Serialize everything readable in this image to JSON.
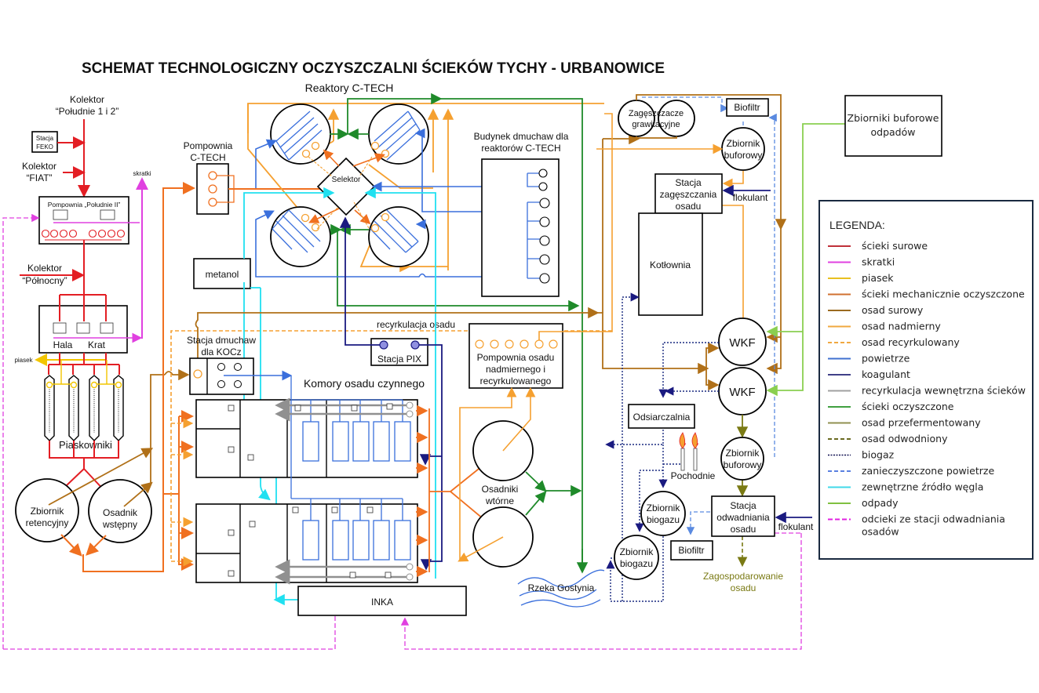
{
  "title": "SCHEMAT TECHNOLOGICZNY OCZYSZCZALNI ŚCIEKÓW TYCHY - URBANOWICE",
  "inputs": {
    "kolektor_poludnie": [
      "Kolektor",
      "“Południe 1 i 2”"
    ],
    "stacja_feko": [
      "Stacja",
      "FEKO"
    ],
    "kolektor_fiat": [
      "Kolektor",
      "“FIAT”"
    ],
    "kolektor_polnocny": [
      "Kolektor",
      "“Północny”"
    ]
  },
  "nodes": {
    "pompownia_poludnie": "Pompownia „Południe II”",
    "hala": "Hala",
    "krat": "Krat",
    "skratki": "skratki",
    "piasek": "piasek",
    "piaskowniki": "Piaskowniki",
    "zbiornik_retencyjny": [
      "Zbiornik",
      "retencyjny"
    ],
    "osadnik_wstepny": [
      "Osadnik",
      "wstępny"
    ],
    "pompownia_ctech": [
      "Pompownia",
      "C-TECH"
    ],
    "reaktory_ctech": "Reaktory C-TECH",
    "selektor": "Selektor",
    "metanol": "metanol",
    "budynek_dmuchaw": [
      "Budynek dmuchaw dla",
      "reaktorów C-TECH"
    ],
    "recyrkulacja_osadu": "recyrkulacja osadu",
    "stacja_dmuchaw_kocz": [
      "Stacja dmuchaw",
      "dla KOCz"
    ],
    "stacja_pix": "Stacja PIX",
    "pompownia_osadu": [
      "Pompownia osadu",
      "nadmiernego i",
      "recyrkulowanego"
    ],
    "komory_osadu": "Komory osadu czynnego",
    "osadniki_wtorne": [
      "Osadniki",
      "wtórne"
    ],
    "inka": "INKA",
    "rzeka": "Rzeka Gostynia",
    "zageszczacze": [
      "Zagęszczacze",
      "grawitacyjne"
    ],
    "biofiltr_top": "Biofiltr",
    "zbiornik_buforowy_top": [
      "Zbiornik",
      "buforowy"
    ],
    "stacja_zageszczania": [
      "Stacja",
      "zagęszczania",
      "osadu"
    ],
    "flokulant_top": "flokulant",
    "kotlownia": "Kotłownia",
    "wkf1": "WKF",
    "wkf2": "WKF",
    "odsiarczalnia": "Odsiarczalnia",
    "pochodnie": "Pochodnie",
    "zbiornik_biogazu_1": [
      "Zbiornik",
      "biogazu"
    ],
    "zbiornik_biogazu_2": [
      "Zbiornik",
      "biogazu"
    ],
    "zbiornik_buforowy_bottom": [
      "Zbiornik",
      "buforowy"
    ],
    "stacja_odwadniania": [
      "Stacja",
      "odwadniania",
      "osadu"
    ],
    "flokulant_bottom": "flokulant",
    "biofiltr_bottom": "Biofiltr",
    "zagospodarowanie": [
      "Zagospodarowanie",
      "osadu"
    ],
    "zbiorniki_buforowe_odpadow": [
      "Zbiorniki buforowe",
      "odpadów"
    ]
  },
  "colors": {
    "scieki_surowe": "#e31e24",
    "skratki": "#e040e0",
    "piasek": "#f2c500",
    "scieki_mech": "#f07020",
    "osad_surowy": "#b07018",
    "osad_nadmierny": "#f5a030",
    "powietrze": "#3a6fdc",
    "koagulant": "#1a1a80",
    "recyrkulacja": "#909090",
    "scieki_oczyszczone": "#1f8a2a",
    "osad_przefermentowany": "#7a7a14",
    "biogaz": "#1a2a80",
    "zanieczyszczone_powietrze": "#5a8ae0",
    "wegiel": "#20e0f0",
    "odpady": "#8acf50",
    "odcieki": "#e040e0"
  },
  "legend": {
    "title": "LEGENDA:",
    "items": [
      {
        "label": "ścieki surowe",
        "color": "#c0303a",
        "dash": "solid"
      },
      {
        "label": "skratki",
        "color": "#e040e0",
        "dash": "solid"
      },
      {
        "label": "piasek",
        "color": "#e8c020",
        "dash": "solid"
      },
      {
        "label": "ścieki mechanicznie oczyszczone",
        "color": "#d07030",
        "dash": "solid"
      },
      {
        "label": "osad surowy",
        "color": "#9a6a20",
        "dash": "solid"
      },
      {
        "label": "osad nadmierny",
        "color": "#f0a840",
        "dash": "solid"
      },
      {
        "label": "osad recyrkulowany",
        "color": "#f0a840",
        "dash": "dashed"
      },
      {
        "label": "powietrze",
        "color": "#4070d0",
        "dash": "solid"
      },
      {
        "label": "koagulant",
        "color": "#404088",
        "dash": "solid"
      },
      {
        "label": "recyrkulacja wewnętrzna ścieków",
        "color": "#a0a0a0",
        "dash": "solid"
      },
      {
        "label": "ścieki oczyszczone",
        "color": "#40a040",
        "dash": "solid"
      },
      {
        "label": "osad przefermentowany",
        "color": "#909050",
        "dash": "solid"
      },
      {
        "label": "osad odwodniony",
        "color": "#6a6a20",
        "dash": "dashed"
      },
      {
        "label": "biogaz",
        "color": "#101050",
        "dash": "dotted"
      },
      {
        "label": "zanieczyszczone powietrze",
        "color": "#5a80e0",
        "dash": "dashed"
      },
      {
        "label": "zewnętrzne źródło węgla",
        "color": "#40d8e8",
        "dash": "solid"
      },
      {
        "label": "odpady",
        "color": "#80c040",
        "dash": "solid"
      },
      {
        "label": "odcieki ze stacji odwadniania",
        "label2": "osadów",
        "color": "#e020e0",
        "dash": "dashdot"
      }
    ]
  }
}
